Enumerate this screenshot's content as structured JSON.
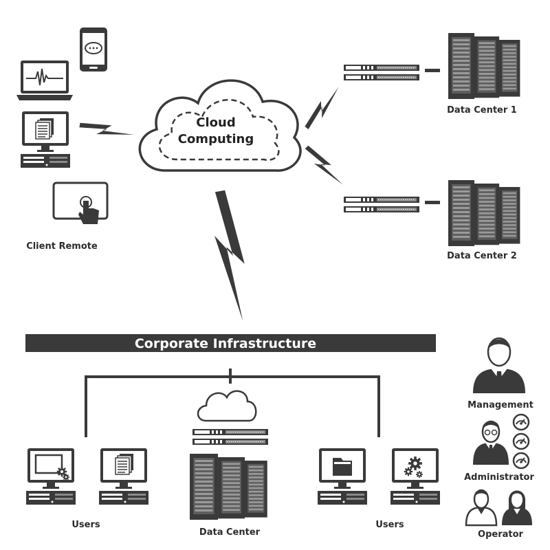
{
  "cloud": {
    "line1": "Cloud",
    "line2": "Computing"
  },
  "labels": {
    "client_remote": "Client Remote",
    "data_center_1": "Data Center 1",
    "data_center_2": "Data Center 2",
    "corporate_infrastructure": "Corporate Infrastructure",
    "users_left": "Users",
    "users_right": "Users",
    "data_center": "Data Center",
    "management": "Management",
    "administrator": "Administrator",
    "operator": "Operator"
  },
  "icons": [
    "laptop-icon",
    "smartphone-icon",
    "desktop-computer-icon",
    "touchscreen-icon",
    "server-rack-icon",
    "rack-server-icon",
    "lightning-icon",
    "person-icon",
    "gauge-icon"
  ],
  "colors": {
    "icon": "#3a3a3a",
    "bar": "#3a3a3a",
    "background": "#ffffff"
  }
}
